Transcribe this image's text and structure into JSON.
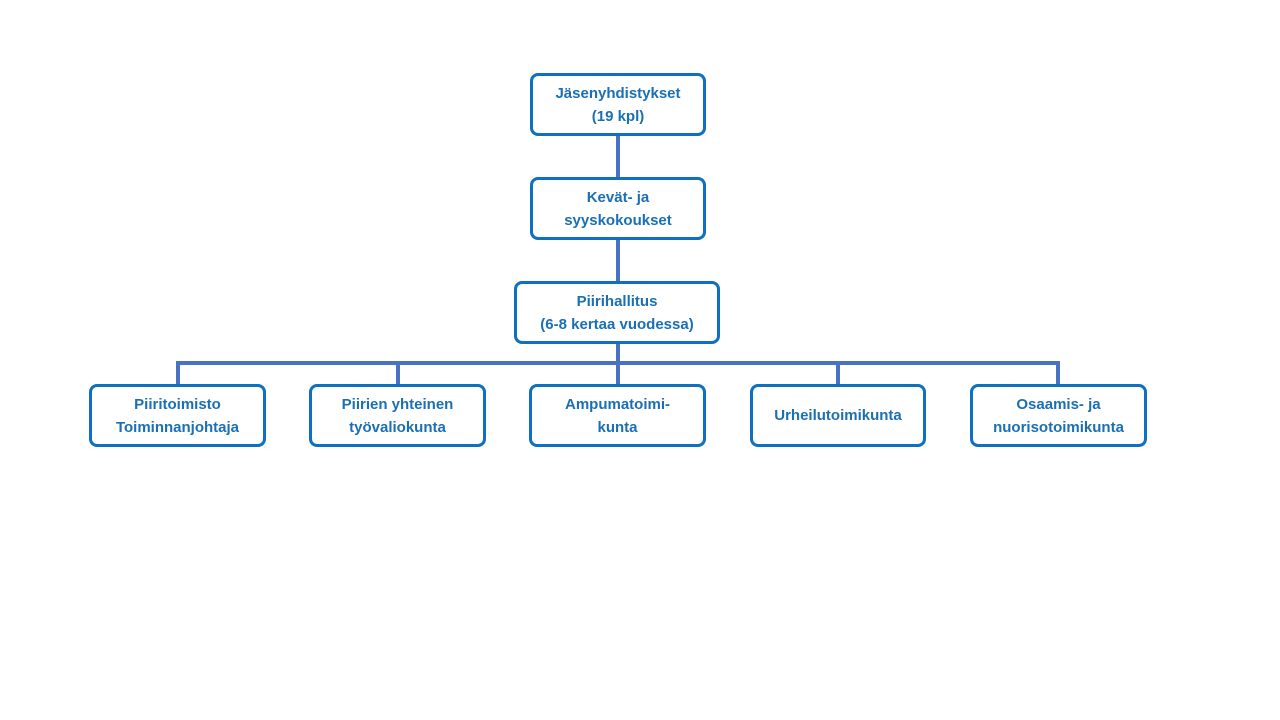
{
  "colors": {
    "node_border": "#0f6fc0",
    "node_text": "#1a6fb5",
    "connector": "#4a72c4",
    "background": "#ffffff"
  },
  "org_chart": {
    "members": {
      "label": "Jäsenyhdistykset\n(19 kpl)"
    },
    "meetings": {
      "label": "Kevät- ja\nsyyskokoukset"
    },
    "board": {
      "label": "Piirihallitus\n(6-8 kertaa vuodessa)"
    },
    "children": [
      {
        "label": "Piiritoimisto\nToiminnanjohtaja"
      },
      {
        "label": "Piirien yhteinen\ntyövaliokunta"
      },
      {
        "label": "Ampumatoimi-\nkunta"
      },
      {
        "label": "Urheilutoimikunta"
      },
      {
        "label": "Osaamis- ja\nnuorisotoimikunta"
      }
    ]
  }
}
